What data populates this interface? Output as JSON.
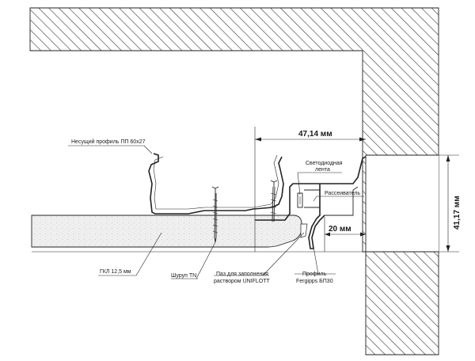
{
  "labels": {
    "bearing_profile": "Несущий профиль ПП 60х27",
    "led_strip_line1": "Светодиодная",
    "led_strip_line2": "лента",
    "diffuser": "Рассеиватель",
    "gkl": "ГКЛ 12,5 мм",
    "screw": "Шуруп TN",
    "groove_line1": "Паз для заполнения",
    "groove_line2": "раствором UNIFLOTT",
    "profile_line1": "Профиль",
    "profile_line2": "Fergipps БП30"
  },
  "dimensions": {
    "horizontal_offset": "47,14 мм",
    "gap_width": "20 мм",
    "vertical_height": "41,17 мм"
  }
}
